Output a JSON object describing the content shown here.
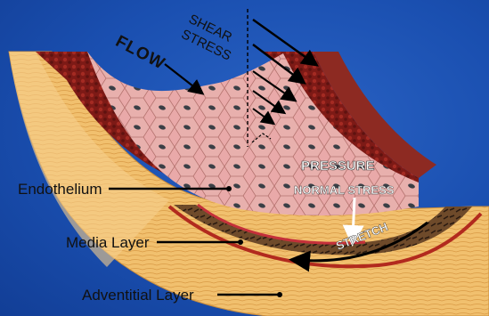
{
  "labels": {
    "flow": "FLOW",
    "shear_line1": "SHEAR",
    "shear_line2": "STRESS",
    "pressure": "PRESSURE",
    "normal_stress": "NORMAL STRESS",
    "stretch": "STRETCH",
    "endothelium": "Endothelium",
    "media": "Media Layer",
    "adventitial": "Adventitial Layer"
  },
  "colors": {
    "background": "#1a4fb0",
    "adventitia": "#f2c471",
    "media_outer": "#8a1f1c",
    "endothelium": "#e7a2a3",
    "media_cut": "#6b4a2a",
    "leader": "#000000"
  }
}
